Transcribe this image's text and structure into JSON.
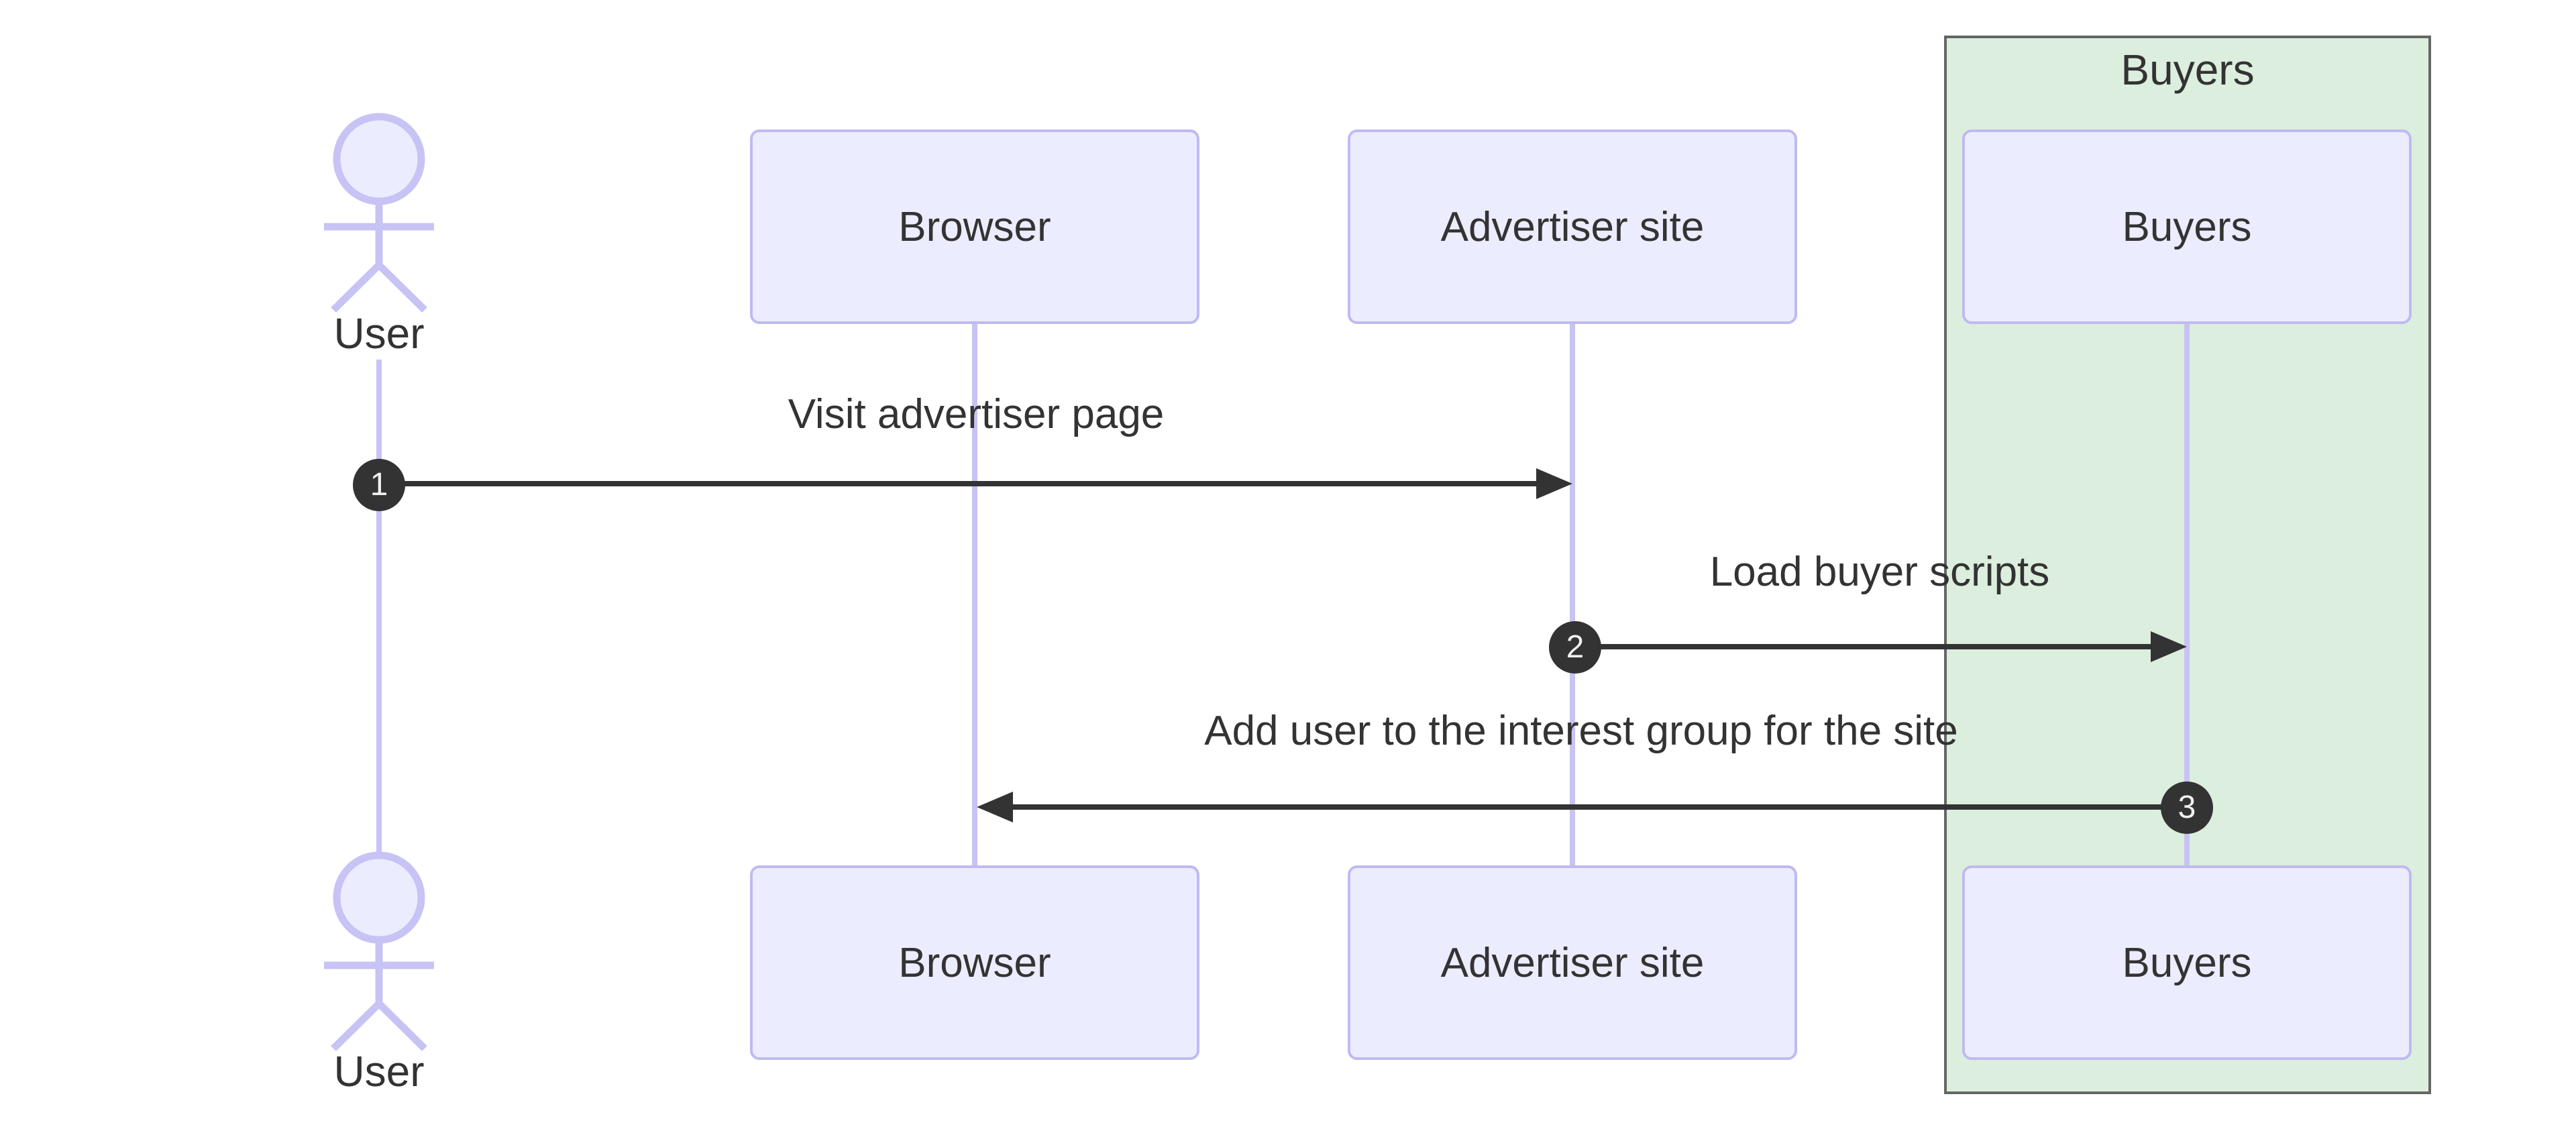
{
  "diagram": {
    "type": "sequence",
    "actor": {
      "label": "User"
    },
    "group": {
      "label": "Buyers"
    },
    "participants": [
      {
        "id": "browser",
        "label": "Browser"
      },
      {
        "id": "advertiser",
        "label": "Advertiser site"
      },
      {
        "id": "buyers",
        "label": "Buyers",
        "group": "Buyers"
      }
    ],
    "messages": [
      {
        "seq": "1",
        "from": "User",
        "to": "Advertiser site",
        "direction": "right",
        "label": "Visit advertiser page"
      },
      {
        "seq": "2",
        "from": "Advertiser site",
        "to": "Buyers",
        "direction": "right",
        "label": "Load buyer scripts"
      },
      {
        "seq": "3",
        "from": "Buyers",
        "to": "Browser",
        "direction": "left",
        "label": "Add user to the interest group for the site"
      }
    ],
    "colors": {
      "participant_fill": "#ECECFF",
      "participant_border": "#BFBAF1",
      "lifeline": "#C7C3F4",
      "group_fill": "#DCEEDD",
      "group_border": "#666666",
      "arrow": "#333333",
      "text": "#333333",
      "seq_badge_fill": "#333333",
      "seq_badge_text": "#F0F0F0"
    }
  }
}
